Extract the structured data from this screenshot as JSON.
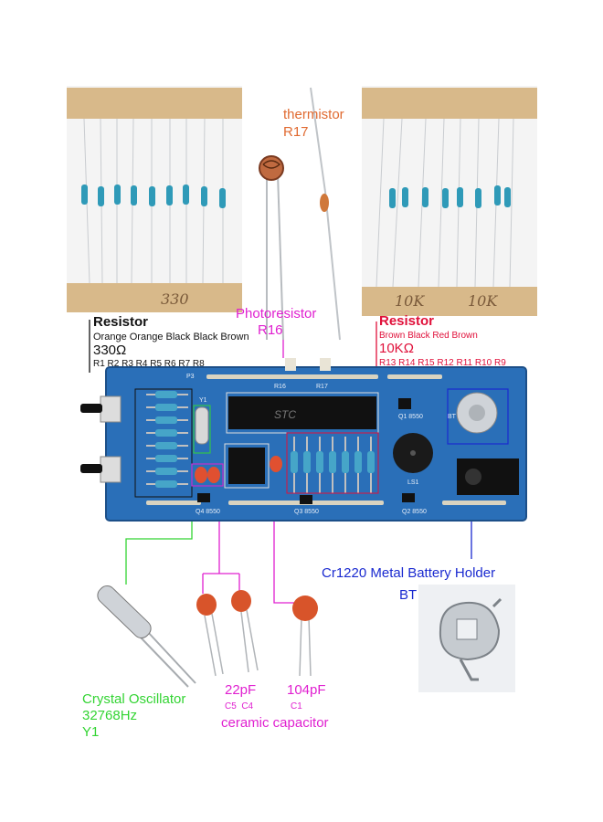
{
  "labels": {
    "resistor_left_title": "Resistor",
    "resistor_left_colors": "Orange Orange Black Black Brown",
    "resistor_left_value": "330Ω",
    "resistor_left_refs": "R1 R2 R3 R4 R5 R6 R7 R8",
    "resistor_right_title": "Resistor",
    "resistor_right_colors": "Brown Black Red Brown",
    "resistor_right_value": "10KΩ",
    "resistor_right_refs": "R13 R14 R15 R12 R11 R10 R9",
    "thermistor_name": "thermistor",
    "thermistor_ref": "R17",
    "photoresistor_name": "Photoresistor",
    "photoresistor_ref": "R16",
    "battery_title": "Cr1220 Metal Battery Holder",
    "battery_ref": "BT",
    "crystal_name": "Crystal Oscillator",
    "crystal_freq": "32768Hz",
    "crystal_ref": "Y1",
    "cap22_value": "22pF",
    "cap22_refs": "C5  C4",
    "cap104_value": "104pF",
    "cap104_ref": "C1",
    "ceramic_label": "ceramic capacitor"
  },
  "tape_notes": {
    "left": "330",
    "right_a": "10K",
    "right_b": "10K"
  },
  "pcb": {
    "chip_text": "STC",
    "silk_r16": "R16",
    "silk_r17": "R17",
    "silk_y1": "Y1",
    "silk_q1": "Q1 8550",
    "silk_q3": "Q3 8550",
    "silk_q4": "Q4 8550",
    "silk_q2": "Q2 8550",
    "silk_ls1": "LS1",
    "silk_bt": "BT",
    "silk_p3": "P3"
  },
  "colors": {
    "pcb_blue": "#2a6fb8",
    "label_red": "#e0103a",
    "label_magenta": "#e020d0",
    "label_orange": "#e06a30",
    "label_blue": "#1a2ad0",
    "label_green": "#33d433"
  }
}
